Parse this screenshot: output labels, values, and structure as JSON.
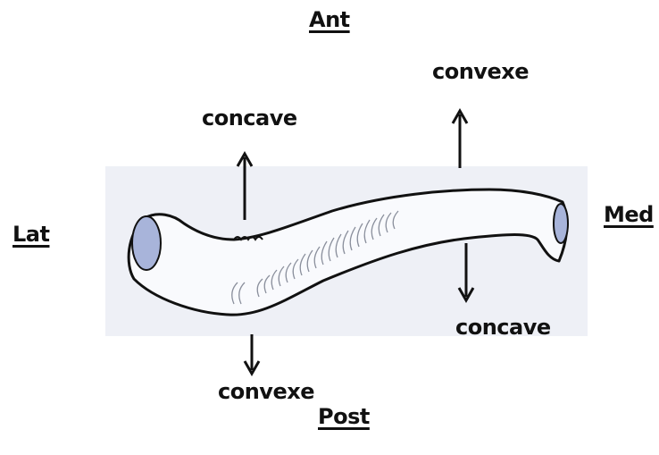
{
  "directions": {
    "anterior": "Ant",
    "posterior": "Post",
    "lateral": "Lat",
    "medial": "Med"
  },
  "annotations": {
    "lateral_anterior": "concave",
    "medial_anterior": "convexe",
    "lateral_posterior": "convexe",
    "medial_posterior": "concave"
  },
  "colors": {
    "background_panel": "#eef0f6",
    "bone_fill": "#f9fafd",
    "bone_outline": "#111111",
    "articular_surface": "#a8b4da",
    "ink": "#111111"
  }
}
